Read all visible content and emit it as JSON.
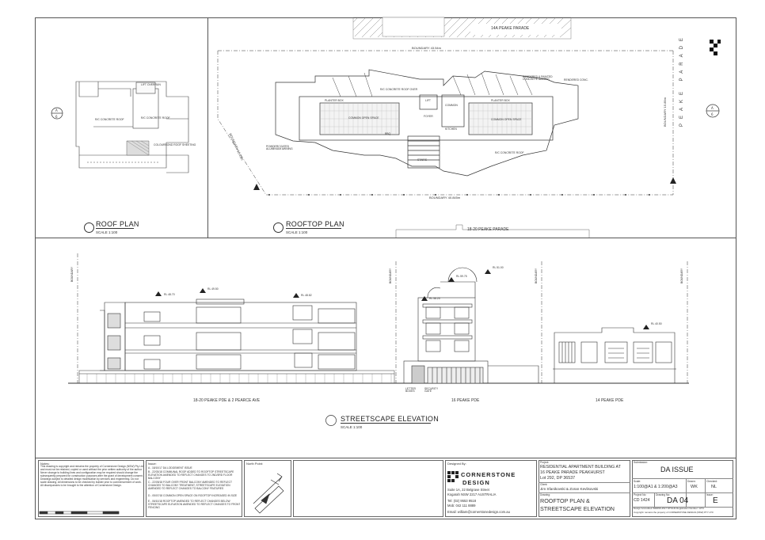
{
  "plans": {
    "roof_plan": {
      "title": "ROOF PLAN",
      "scale": "SCALE 1:100",
      "labels": {
        "lift_overrun": "LIFT OVERRUN",
        "rc_roof_left": "R/C CONCRETE ROOF",
        "rc_roof_right": "R/C CONCRETE ROOF",
        "colourbond": "COLOURBOND ROOF SHEETING"
      }
    },
    "rooftop_plan": {
      "title": "ROOFTOP PLAN",
      "scale": "SCALE 1:100",
      "street_top": "14A PEAKE PARADE",
      "street_bottom": "18-20 PEAKE PARADE",
      "street_side": "PEAKE PARADE",
      "boundary_top": "BOUNDARY 43.54m",
      "boundary_bottom": "BOUNDARY 40.845m",
      "boundary_right": "BOUNDARY 15.85m",
      "boundary_left": "BOUNDARY 10.03m",
      "labels": {
        "planter_box_left": "PLANTER BOX",
        "planter_box_right": "PLANTER BOX",
        "common_open_space_left": "COMMON OPEN SPACE",
        "common_open_space_right": "COMMON OPEN SPACE",
        "lift": "LIFT",
        "common": "COMMON",
        "foyer": "FOYER",
        "kitchen": "KITCHEN",
        "bbq": "BBQ",
        "stairs": "STAIRS",
        "rc_roof_over": "R/C CONCRETE ROOF OVER",
        "rc_roof": "R/C CONCRETE ROOF",
        "rendered_painted": "RENDERED & PAINTED CONCRETE AWNING",
        "powdercoated": "POWDERCOATED ALUMINIUM AWNING",
        "rendered_cone": "RENDERED CONC."
      }
    }
  },
  "elevation": {
    "title": "STREETSCAPE ELEVATION",
    "scale": "SCALE 1:100",
    "captions": {
      "left": "18-20 PEAKE PDE & 2 PEARCE AVE",
      "middle": "16 PEAKE PDE",
      "right": "14 PEAKE PDE"
    },
    "boundary_label": "BOUNDARY",
    "rl_labels": [
      "RL 48.70",
      "RL 49.50",
      "RL 48.82",
      "RL 59.75",
      "RL 58.25",
      "RL 51.00",
      "RL 40.50"
    ],
    "small_labels": {
      "letter_boxes": "LETTER BOXES",
      "security_gate": "SECURITY GATE"
    }
  },
  "title_block": {
    "notes_heading": "Notes:",
    "notes_text": "This drawing is copyright and remains the property of Cornerstone Design (NSW) Pty Ltd and must not be retained, copied or used without the prior written authority of the author. Never change to building lines and configuration may be required should change the subsequently prepared for construction purposes after the grant of development consent. Drawings subject to detailed design modification by services and engineering. Do not scale drawing. All dimensions to be checked by builder prior to commencement of work. All discrepancies to be brought to the attention of Cornerstone Design.",
    "issue_heading": "Issue:",
    "issues": [
      "A - 18/10/17  DA LODGEMENT ISSUE",
      "B - 22/03/18  COMMUNAL ROOF ADDED TO ROOFTOP STREETSCAPE ELEVATION AMENDED TO REFLECT CHANGES TO 2ND/3RD FLOOR BALCONY",
      "C - 22/05/18  FOUR OVER FRONT BALCONY AMENDED TO REFLECT CHANGES TO BALCONY TREATMENT, STREETSCAPE ELEVATION AMENDED TO REFLECT CHANGES TO BALCONY FEATURES",
      "D - 05/07/18  COMMON OPEN SPACE ON ROOFTOP INCREASED IN SIZE",
      "E - 06/10/18  ROOFTOP AMENDED TO REFLECT CHANGES BELOW STREETSCAPE ELEVATION AMENDED TO REFLECT CHANGES TO FRONT FENCING"
    ],
    "north_heading": "North Point:",
    "designed_by": "Designed By:",
    "company_line1": "CORNERSTONE",
    "company_line2": "DESIGN",
    "address1": "Suite 1A, 22 Belgrave Street",
    "address2": "Kogarah NSW 2217 AUSTRALIA",
    "tel": "Tel:   (02) 9553 9518",
    "mob": "Mob:  042 111 8889",
    "email": "Email: william@cornerstonedesign.com.au",
    "project_heading": "Project:",
    "project_line1": "RESIDENTIAL APARTMENT BUILDING AT",
    "project_line2": "16 PEAKE PARADE PEAKHURST",
    "project_line3": "Lot 292, DP 36537",
    "client_heading": "Client:",
    "client": "Jim Sfanikovski & Zoran Kevlisovski",
    "drawing_heading": "Drawing:",
    "drawing_line1": "ROOFTOP PLAN &",
    "drawing_line2": "STREETSCAPE ELEVATION",
    "submission_heading": "Submission:",
    "submission": "DA ISSUE",
    "scale_heading": "Scale:",
    "scale": "1:100@A1 & 1:200@A3",
    "drawn_heading": "Drawn:",
    "drawn": "WK",
    "checked_heading": "Checked:",
    "checked": "NL",
    "project_no_heading": "Project No:",
    "project_no": "CD 1424",
    "drawing_no_heading": "Drawing No:",
    "drawing_no": "DA 04",
    "issue_letter_heading": "Issue:",
    "issue_letter": "E",
    "footer1": "Design Accredited: BDRS5-4517 NTIVHS Registration Number: 1374",
    "footer2": "Copyright: remains the property of CORNERSTONE DESIGN (NSW) PTY LTD"
  }
}
